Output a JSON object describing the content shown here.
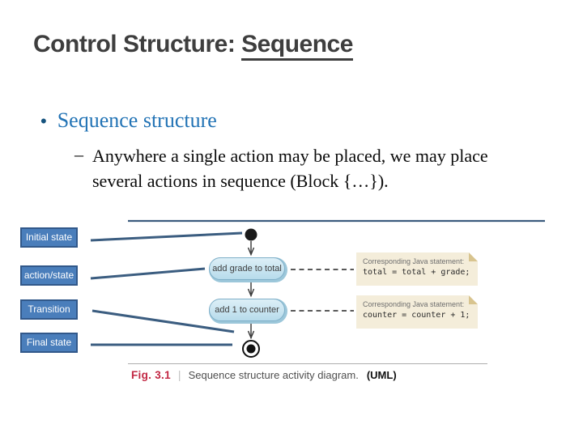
{
  "slide": {
    "title": {
      "prefix": "Control Structure: ",
      "emphasis": "Sequence"
    },
    "bullet_glyph": "•",
    "heading": "Sequence structure",
    "sub_dash": "–",
    "sub_text": "Anywhere a single action may be placed, we may place several actions in sequence (Block {…})."
  },
  "diagram": {
    "labels": [
      "Initial state",
      "action/state",
      "Transition",
      "Final state"
    ],
    "actions": [
      "add grade to total",
      "add 1 to counter"
    ],
    "notes": [
      {
        "heading": "Corresponding Java statement:",
        "code": "total = total + grade;"
      },
      {
        "heading": "Corresponding Java statement:",
        "code": "counter = counter + 1;"
      }
    ],
    "caption": {
      "fig": "Fig. 3.1",
      "separator": "|",
      "text": "Sequence structure activity diagram.",
      "suffix": "(UML)"
    },
    "colors": {
      "title_gray": "#3e3e3e",
      "heading_blue": "#2273b5",
      "bullet_blue": "#16537e",
      "label_box_fill": "#4a7ebb",
      "label_box_border": "#31588a",
      "connector_blue": "#3b5d80",
      "pill_fill": "#cfe6f2",
      "pill_edge": "#9cc7da",
      "note_fill": "#f4edda",
      "note_fold": "#d8c48f",
      "caption_red": "#c22743"
    }
  }
}
